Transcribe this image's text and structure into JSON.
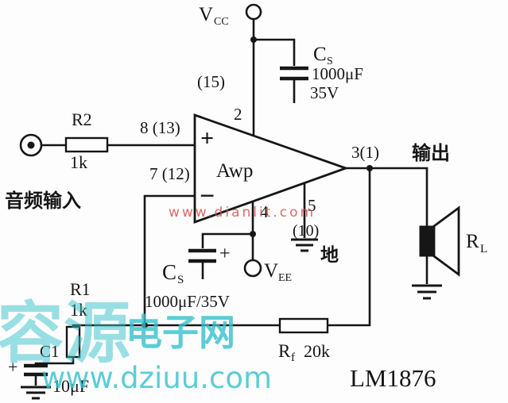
{
  "colors": {
    "ink": "#161616",
    "paper": "#fdfdfd",
    "red_wm": "#d94f4f",
    "cyan_wm": "#35c2cc"
  },
  "supply": {
    "vcc": {
      "main": "V",
      "sub": "CC"
    },
    "vee": {
      "main": "V",
      "sub": "EE"
    },
    "cs_top": {
      "name": "C",
      "sub": "S",
      "value": "1000μF",
      "voltage": "35V"
    },
    "cs_bottom": {
      "name": "C",
      "sub": "S",
      "polarity": "+",
      "value": "1000μF/35V"
    },
    "ground_label": "地"
  },
  "opamp": {
    "name": "Awp",
    "plus": "+",
    "minus": "−",
    "pins": {
      "p2": "2",
      "p15": "(15)",
      "p8": "8 (13)",
      "p7": "7 (12)",
      "p4": "4",
      "p5": "5",
      "p10": "(10)",
      "p3": "3(1)"
    }
  },
  "input": {
    "label": "音频输入",
    "r2": {
      "name": "R2",
      "value": "1k"
    }
  },
  "output": {
    "label": "输出",
    "rl": {
      "main": "R",
      "sub": "L"
    }
  },
  "feedback": {
    "rf": {
      "name": "R",
      "sub": "f",
      "value": "20k"
    },
    "r1": {
      "name": "R1",
      "value": "1k"
    },
    "c1": {
      "name": "C1",
      "value": "10μF",
      "polarity": "+"
    }
  },
  "chip": "LM1876",
  "watermarks": {
    "red_url": "www.dianlit.com",
    "brand": "容源",
    "site": "电子网",
    "url": "www.dziuu.com"
  }
}
